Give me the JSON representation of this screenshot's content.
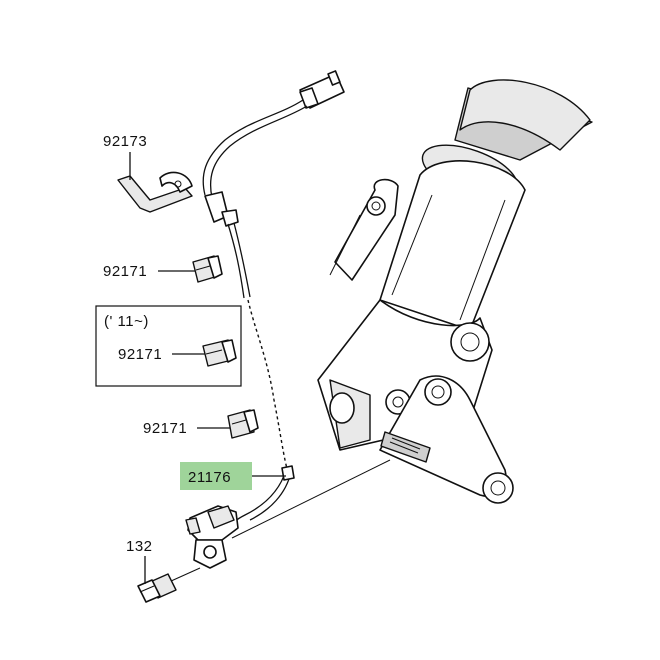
{
  "labels": {
    "clamp_top": "92173",
    "clip_1": "92171",
    "box_note": "(' 11~)",
    "clip_2": "92171",
    "clip_3": "92171",
    "sensor": "21176",
    "bolt": "132"
  },
  "colors": {
    "highlight": "#9fd49a",
    "line": "#111111"
  }
}
